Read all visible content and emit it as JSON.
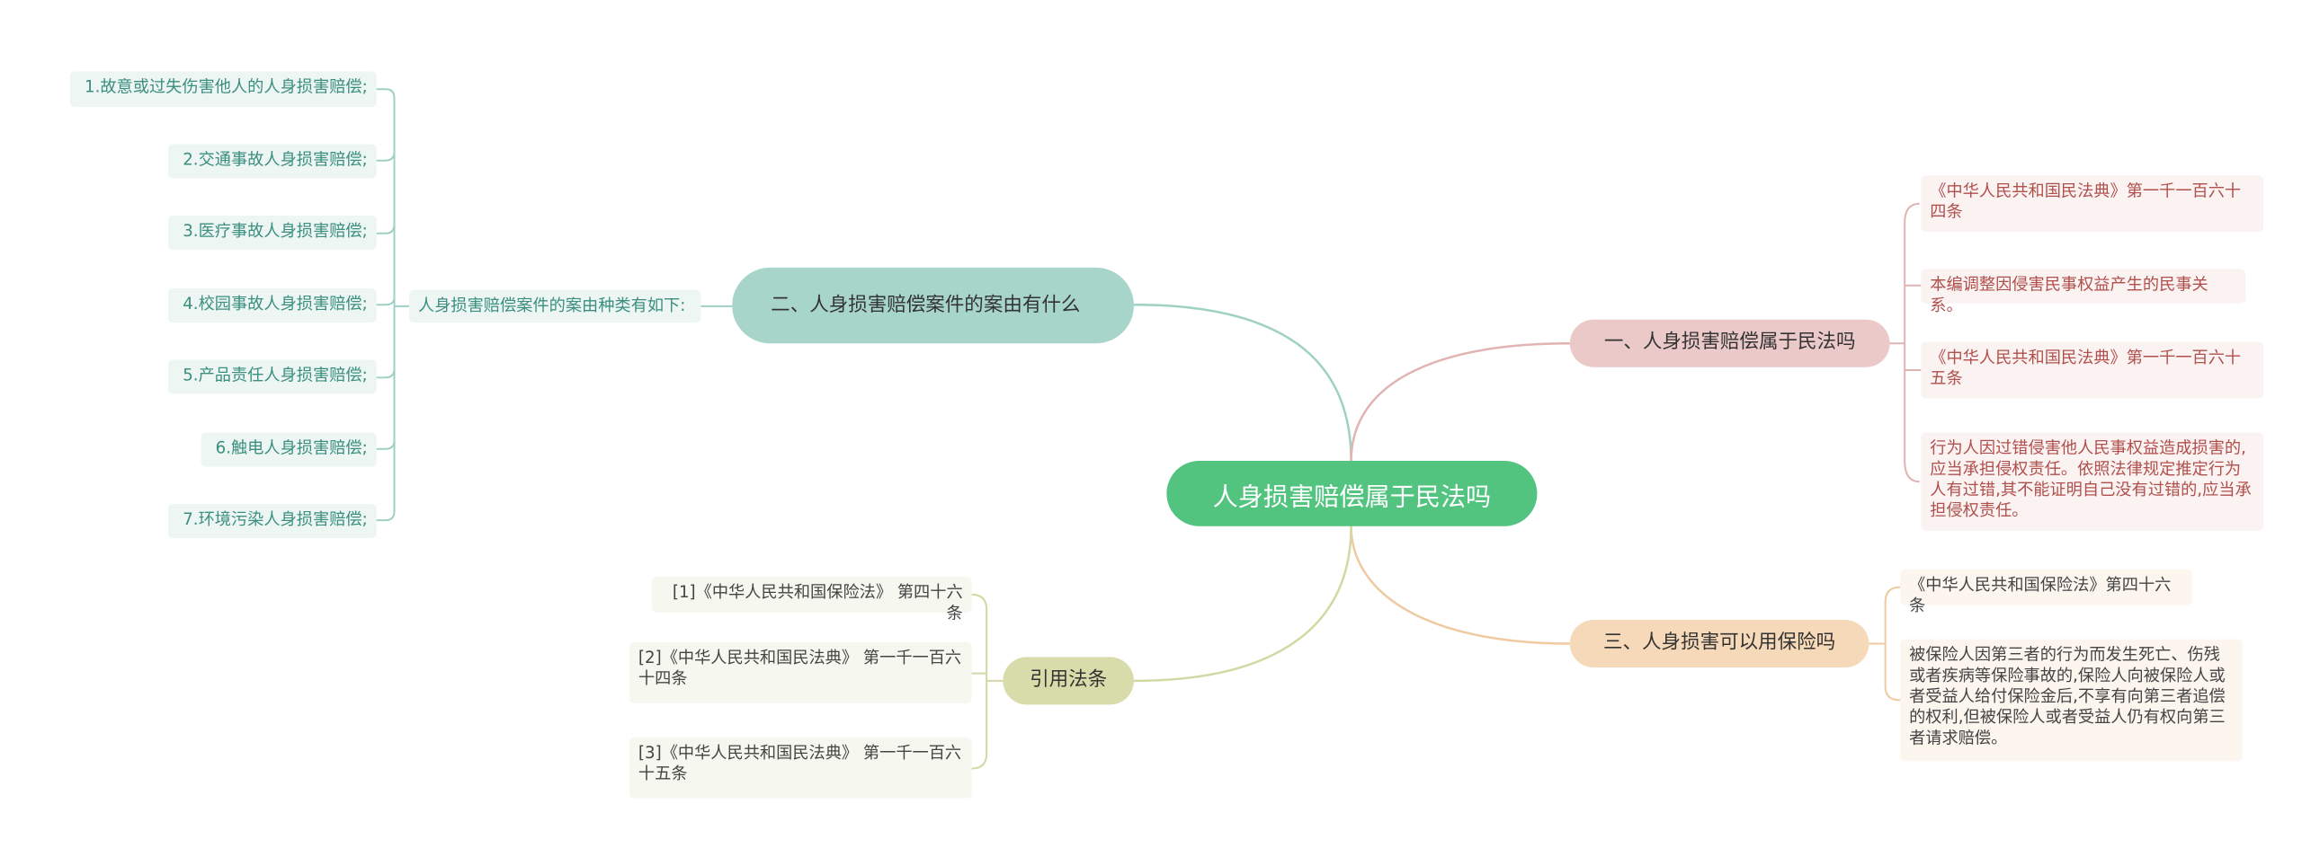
{
  "root": {
    "label": "人身损害赔偿属于民法吗"
  },
  "branch_case": {
    "label": "二、人身损害赔偿案件的案由有什么",
    "intro": "人身损害赔偿案件的案由种类有如下:",
    "items": [
      "1.故意或过失伤害他人的人身损害赔偿;",
      "2.交通事故人身损害赔偿;",
      "3.医疗事故人身损害赔偿;",
      "4.校园事故人身损害赔偿;",
      "5.产品责任人身损害赔偿;",
      "6.触电人身损害赔偿;",
      "7.环境污染人身损害赔偿;"
    ]
  },
  "branch_civil": {
    "label": "一、人身损害赔偿属于民法吗",
    "items": [
      "《中华人民共和国民法典》第一千一百六十四条",
      "本编调整因侵害民事权益产生的民事关系。",
      "《中华人民共和国民法典》第一千一百六十五条",
      "行为人因过错侵害他人民事权益造成损害的,应当承担侵权责任。依照法律规定推定行为人有过错,其不能证明自己没有过错的,应当承担侵权责任。"
    ]
  },
  "branch_insurance": {
    "label": "三、人身损害可以用保险吗",
    "items": [
      "《中华人民共和国保险法》第四十六条",
      "被保险人因第三者的行为而发生死亡、伤残或者疾病等保险事故的,保险人向被保险人或者受益人给付保险金后,不享有向第三者追偿的权利,但被保险人或者受益人仍有权向第三者请求赔偿。"
    ]
  },
  "branch_refs": {
    "label": "引用法条",
    "items": [
      "[1]《中华人民共和国保险法》 第四十六条",
      "[2]《中华人民共和国民法典》 第一千一百六十四条",
      "[3]《中华人民共和国民法典》 第一千一百六十五条"
    ]
  },
  "colors": {
    "root": "#52c47f",
    "teal": "#9fd0c4",
    "red": "#e2b3b3",
    "orange": "#efc9a0",
    "olive": "#d3d8a2"
  }
}
